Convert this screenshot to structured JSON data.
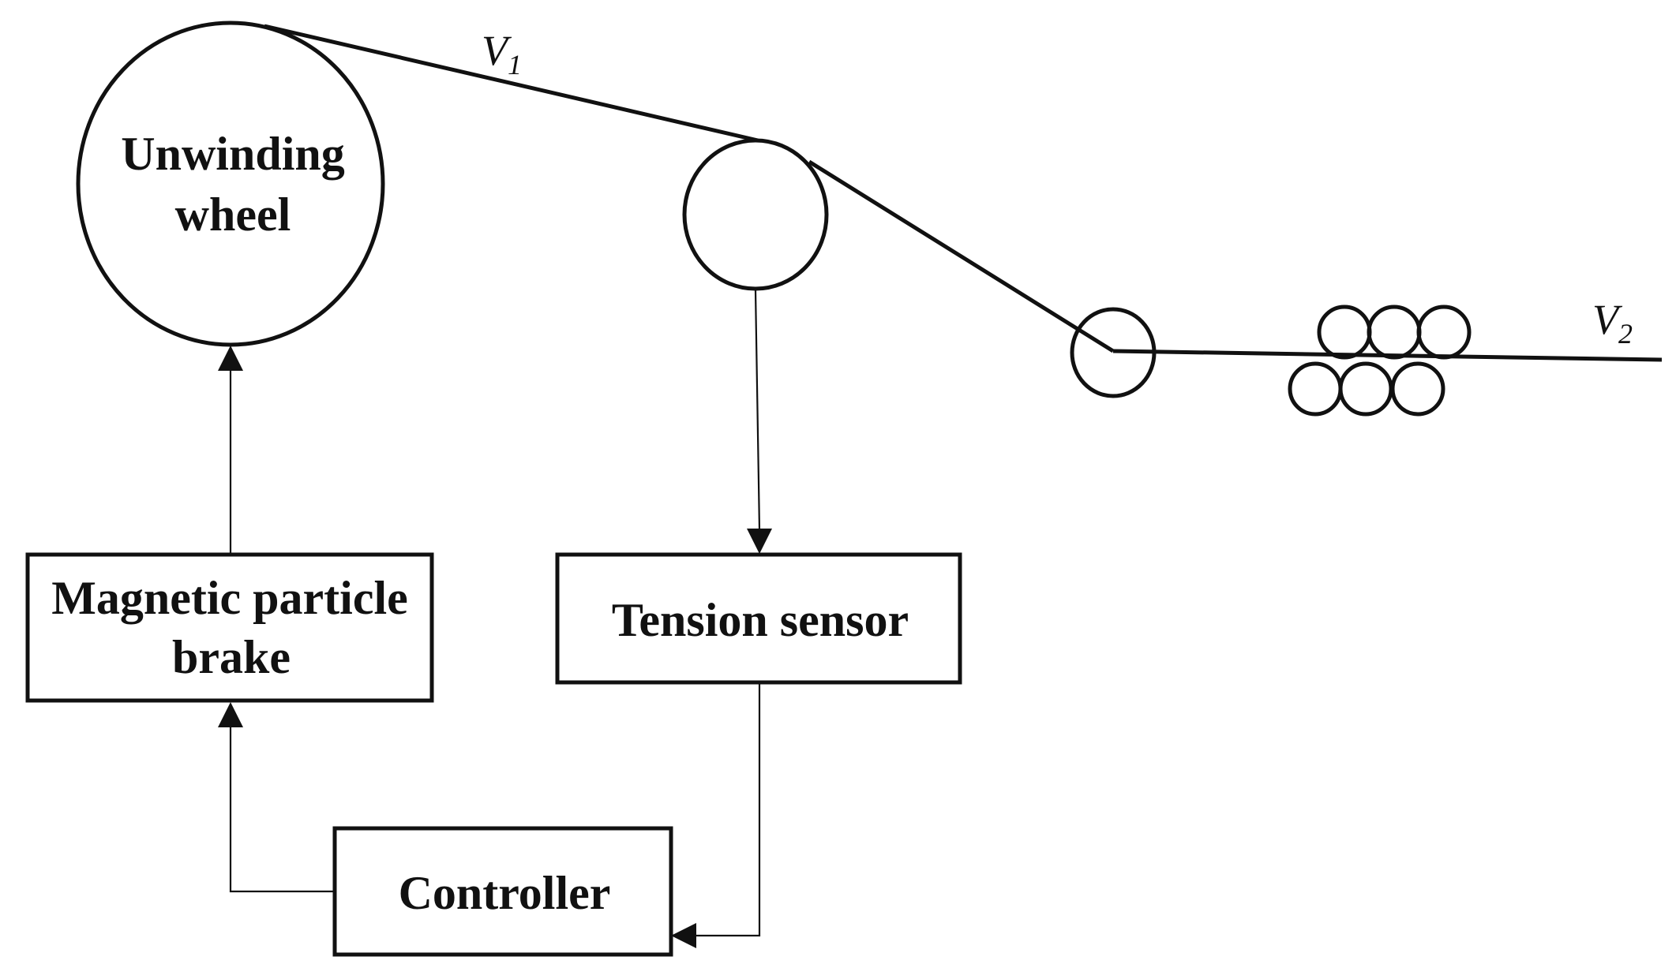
{
  "nodes": {
    "unwinding_wheel": {
      "lines": [
        "Unwinding",
        "wheel"
      ]
    },
    "magnetic_brake": {
      "lines": [
        "Magnetic particle",
        "brake"
      ]
    },
    "tension_sensor": {
      "label": "Tension sensor"
    },
    "controller": {
      "label": "Controller"
    }
  },
  "labels": {
    "v1": {
      "main": "V",
      "sub": "1"
    },
    "v2": {
      "main": "V",
      "sub": "2"
    }
  },
  "edges": [
    {
      "from": "magnetic_brake",
      "to": "unwinding_wheel"
    },
    {
      "from": "tension_roller",
      "to": "tension_sensor"
    },
    {
      "from": "tension_sensor",
      "to": "controller"
    },
    {
      "from": "controller",
      "to": "magnetic_brake"
    }
  ]
}
